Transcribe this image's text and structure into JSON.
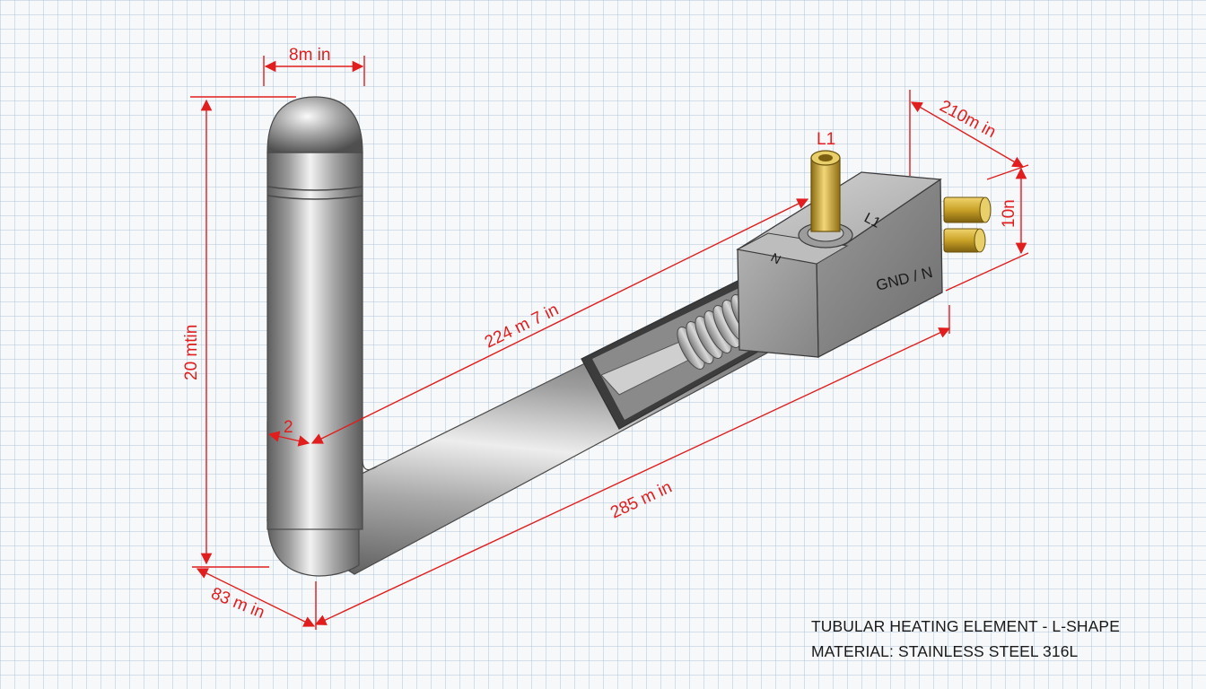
{
  "labels": {
    "dim_top_width": "8m in",
    "dim_left_height": "20 mtin",
    "dim_bend_small": "2",
    "dim_upper_length": "224 m 7 in",
    "dim_lower_length": "285 m in",
    "dim_bottom_depth": "83 m in",
    "dim_box_width": "210m in",
    "dim_box_height": "10n",
    "terminal_top": "L1",
    "box_face_l1": "L1",
    "box_face_n": "N",
    "box_face_gnd": "GND / N"
  },
  "title_block": {
    "line1": "TUBULAR HEATING ELEMENT - L-SHAPE",
    "line2": "MATERIAL: STAINLESS STEEL 316L"
  },
  "colors": {
    "dimension": "#e11d1d",
    "steel_dark": "#6b6b6b",
    "steel_light": "#ececec",
    "brass": "#c9a227",
    "grid": "#aabfd2"
  }
}
